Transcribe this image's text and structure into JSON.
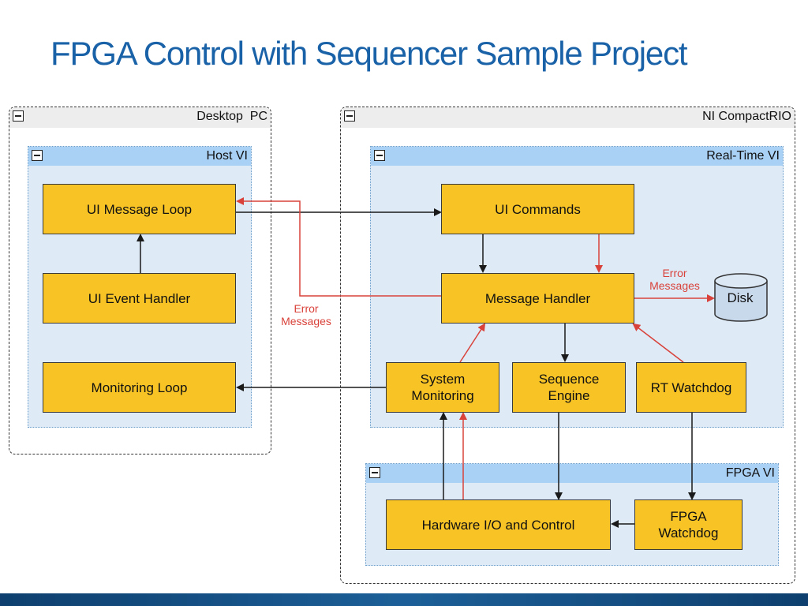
{
  "title": "FPGA Control with Sequencer Sample Project",
  "containers": {
    "desktop_pc": "Desktop  PC",
    "host_vi": "Host VI",
    "compactrio": "NI CompactRIO",
    "realtime_vi": "Real-Time VI",
    "fpga_vi": "FPGA VI"
  },
  "blocks": {
    "ui_message_loop": "UI Message Loop",
    "ui_event_handler": "UI Event Handler",
    "monitoring_loop": "Monitoring Loop",
    "ui_commands": "UI Commands",
    "message_handler": "Message  Handler",
    "system_monitoring": "System\nMonitoring",
    "sequence_engine": "Sequence\nEngine",
    "rt_watchdog": "RT Watchdog",
    "hardware_io": "Hardware I/O and Control",
    "fpga_watchdog": "FPGA\nWatchdog",
    "disk": "Disk"
  },
  "notes": {
    "error_messages_left": "Error\nMessages",
    "error_messages_right": "Error\nMessages"
  },
  "colors": {
    "title": "#1a62a8",
    "block_fill": "#f7c325",
    "inner_fill": "#deeaf6",
    "inner_header": "#a9d0f5",
    "black_arrow": "#1a1a1a",
    "red_arrow": "#d9423a",
    "footer": "#1c5f98"
  },
  "icons": {
    "collapse": "minus-box-icon",
    "storage": "disk-cylinder-icon"
  }
}
